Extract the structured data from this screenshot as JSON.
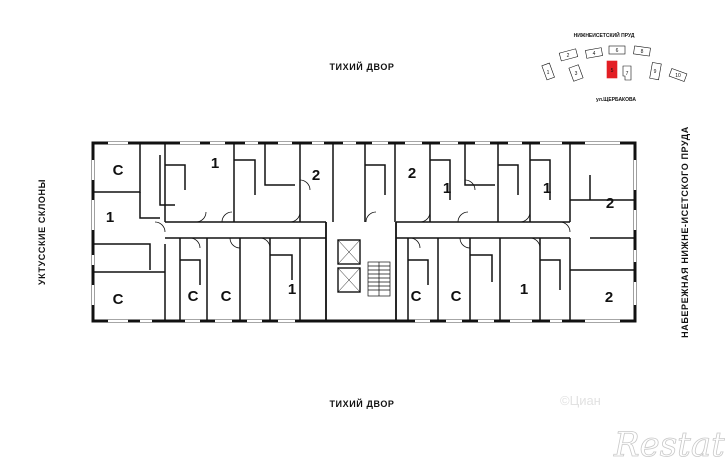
{
  "labels": {
    "top": "ТИХИЙ ДВОР",
    "bottom": "ТИХИЙ ДВОР",
    "left": "УКТУССКИЕ СКЛОНЫ",
    "right": "НАБЕРЕЖНАЯ НИЖНЕ-ИСЕТСКОГО ПРУДА"
  },
  "rooms": [
    {
      "label": "С"
    },
    {
      "label": "1"
    },
    {
      "label": "2"
    },
    {
      "label": "2"
    },
    {
      "label": "1"
    },
    {
      "label": "1"
    },
    {
      "label": "2"
    },
    {
      "label": "1"
    },
    {
      "label": "С"
    },
    {
      "label": "С"
    },
    {
      "label": "С"
    },
    {
      "label": "1"
    },
    {
      "label": "С"
    },
    {
      "label": "С"
    },
    {
      "label": "1"
    },
    {
      "label": "2"
    }
  ],
  "keymap": {
    "top_label": "НИЖНЕИСЕТСКИЙ ПРУД",
    "bottom_label": "ул.ЩЕРБАКОВА",
    "buildings": [
      {
        "num": "1"
      },
      {
        "num": "2"
      },
      {
        "num": "3"
      },
      {
        "num": "4"
      },
      {
        "num": "5"
      },
      {
        "num": "6"
      },
      {
        "num": "7"
      },
      {
        "num": "8"
      },
      {
        "num": "9"
      },
      {
        "num": "10"
      }
    ],
    "highlight_color": "#e31e24"
  },
  "watermark": {
    "brand": "Restate",
    "faint": "©Циан"
  }
}
